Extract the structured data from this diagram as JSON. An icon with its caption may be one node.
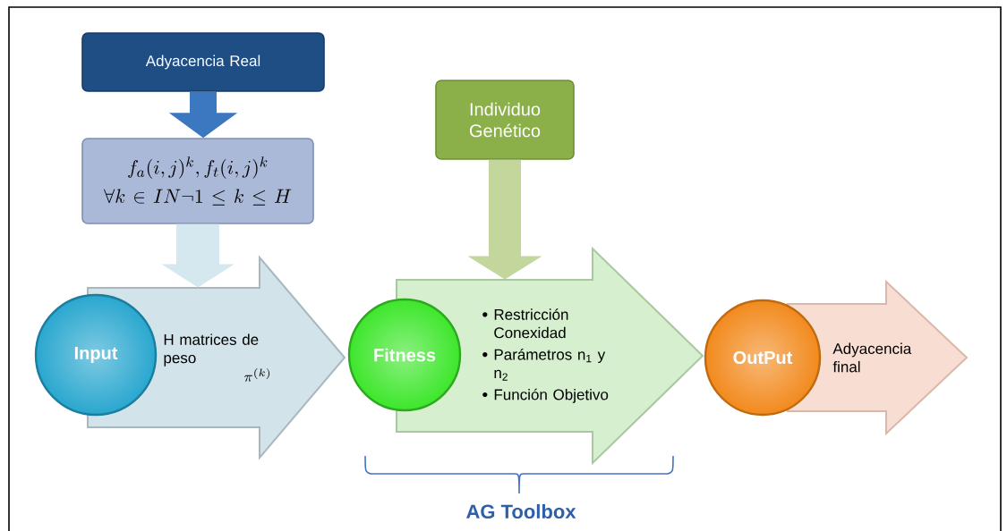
{
  "diagram": {
    "nodes": [
      {
        "text": [
          "Adyacencia Real"
        ]
      },
      {
        "text": [
          "f_a(i,j)^k, f_t(i,j)^k",
          "\\forall k\\in IN\\neg 1\\leq k\\leq H"
        ]
      },
      {
        "text": [
          "Individuo Genético"
        ]
      },
      {
        "text": [
          "H matrices de peso",
          "\\pi^{(k)}"
        ]
      },
      {
        "text": [
          "Input"
        ]
      },
      {
        "text": [
          "Restricción Conexidad",
          "Parámetros n$_{1}$ y n$_{2}$",
          "Función Objetivo"
        ]
      },
      {
        "text": [
          "Fitness"
        ]
      },
      {
        "text": [
          "Adyacencia final"
        ]
      },
      {
        "text": [
          "OutPut"
        ]
      }
    ],
    "edges": [
      {
        "from": 0,
        "to": 1,
        "arrow": "to",
        "color": "#3b78c0"
      },
      {
        "from": 1,
        "to": 3,
        "arrow": "to",
        "color": "#d5e8ef"
      },
      {
        "from": 2,
        "to": 5,
        "arrow": "to",
        "color": "#c3d69b"
      }
    ],
    "labels": [
      "AG Toolbox"
    ]
  }
}
